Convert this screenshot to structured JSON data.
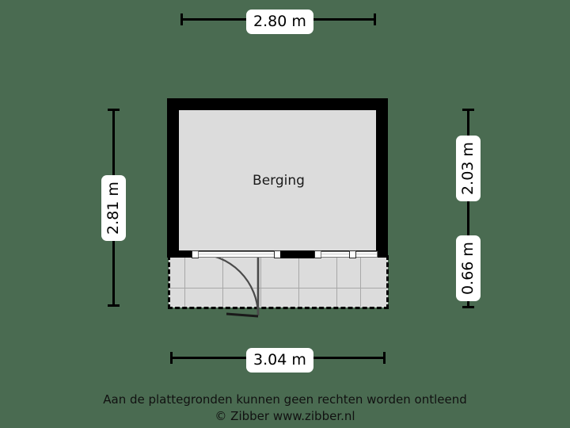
{
  "plan": {
    "room_label": "Berging",
    "dimensions": {
      "top": "2.80 m",
      "left": "2.81 m",
      "right_upper": "2.03 m",
      "right_lower": "0.66 m",
      "bottom": "3.04 m"
    }
  },
  "footer": {
    "line1": "Aan de plattegronden kunnen geen rechten worden ontleend",
    "line2": "© Zibber www.zibber.nl"
  },
  "colors": {
    "background": "#4a6b51",
    "wall": "#000000",
    "room_fill": "#dcdcdc",
    "terrace_fill": "#dcdcdc",
    "grid_line": "#a8a8a8",
    "label_bg": "#ffffff",
    "text": "#111111"
  }
}
